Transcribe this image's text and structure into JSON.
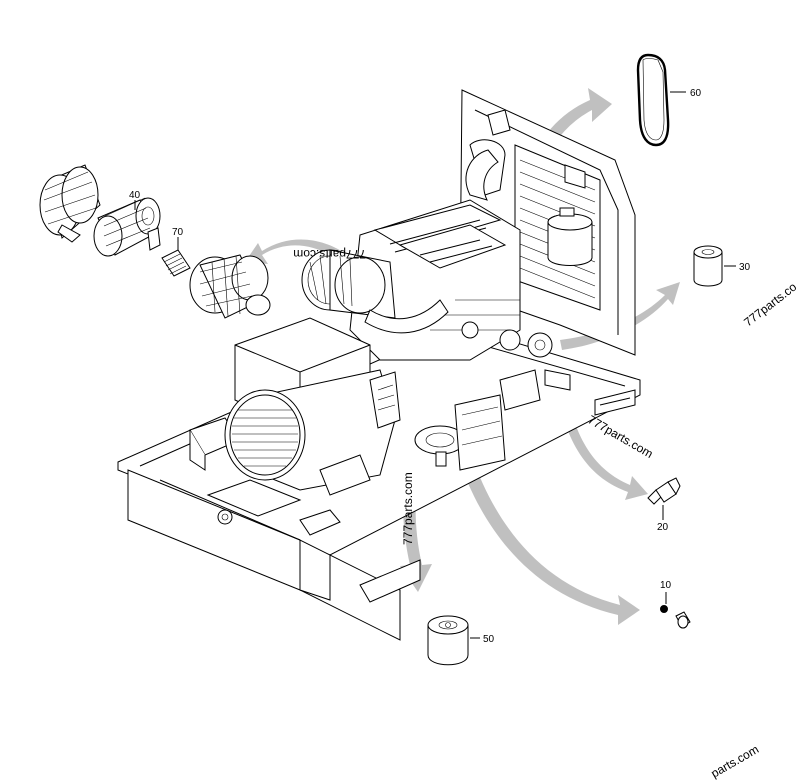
{
  "callouts": {
    "c10": "10",
    "c20": "20",
    "c30": "30",
    "c40": "40",
    "c50": "50",
    "c60": "60",
    "c70": "70"
  },
  "watermarks": {
    "w1": "777parts.com",
    "w2": "777parts.com",
    "w3": "777parts.com",
    "w4": "777parts.co",
    "w5": "parts.com"
  },
  "colors": {
    "arrow": "#bdbdbd",
    "line": "#000000",
    "background": "#ffffff"
  }
}
